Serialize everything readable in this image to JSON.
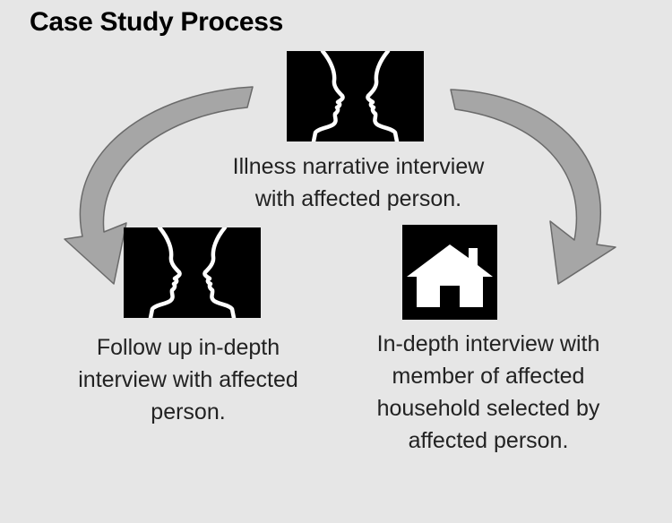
{
  "title": "Case Study Process",
  "steps": {
    "illness_narrative": {
      "icon": "facing-profiles-icon",
      "label": "Illness narrative interview\nwith affected person."
    },
    "follow_up": {
      "icon": "facing-profiles-icon",
      "label": "Follow up in-depth\ninterview with affected\nperson."
    },
    "household": {
      "icon": "house-icon",
      "label": "In-depth interview with\nmember of affected\nhousehold selected by\naffected person."
    }
  },
  "colors": {
    "background": "#e6e6e6",
    "arrow_fill": "#a6a6a6",
    "arrow_stroke": "#6a6a6a",
    "icon_background": "#000000",
    "icon_foreground": "#ffffff"
  }
}
